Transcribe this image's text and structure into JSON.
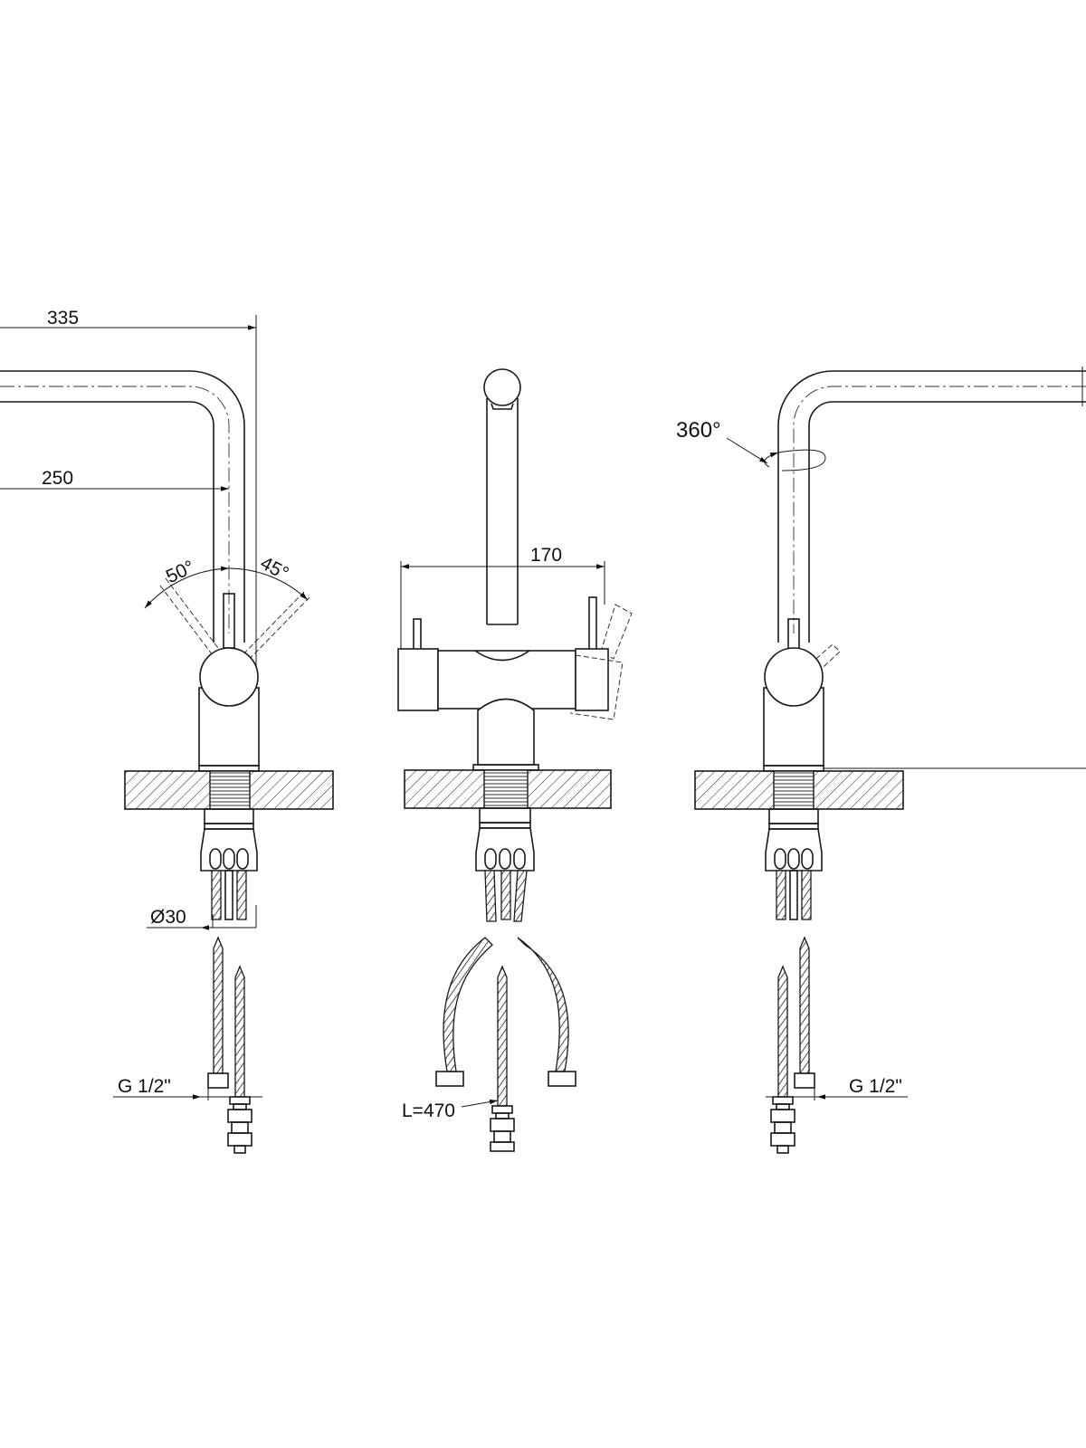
{
  "dimensions": {
    "reach_total": "335",
    "reach_spout": "250",
    "lever_angle_back": "50°",
    "lever_angle_front": "45°",
    "lever_span": "170",
    "rotation": "360°",
    "hole_diameter": "Ø30",
    "hose_thread_left": "G 1/2\"",
    "hose_length": "L=470",
    "hose_thread_right": "G 1/2\""
  },
  "views": [
    "side-view-left",
    "front-view",
    "side-view-right"
  ]
}
